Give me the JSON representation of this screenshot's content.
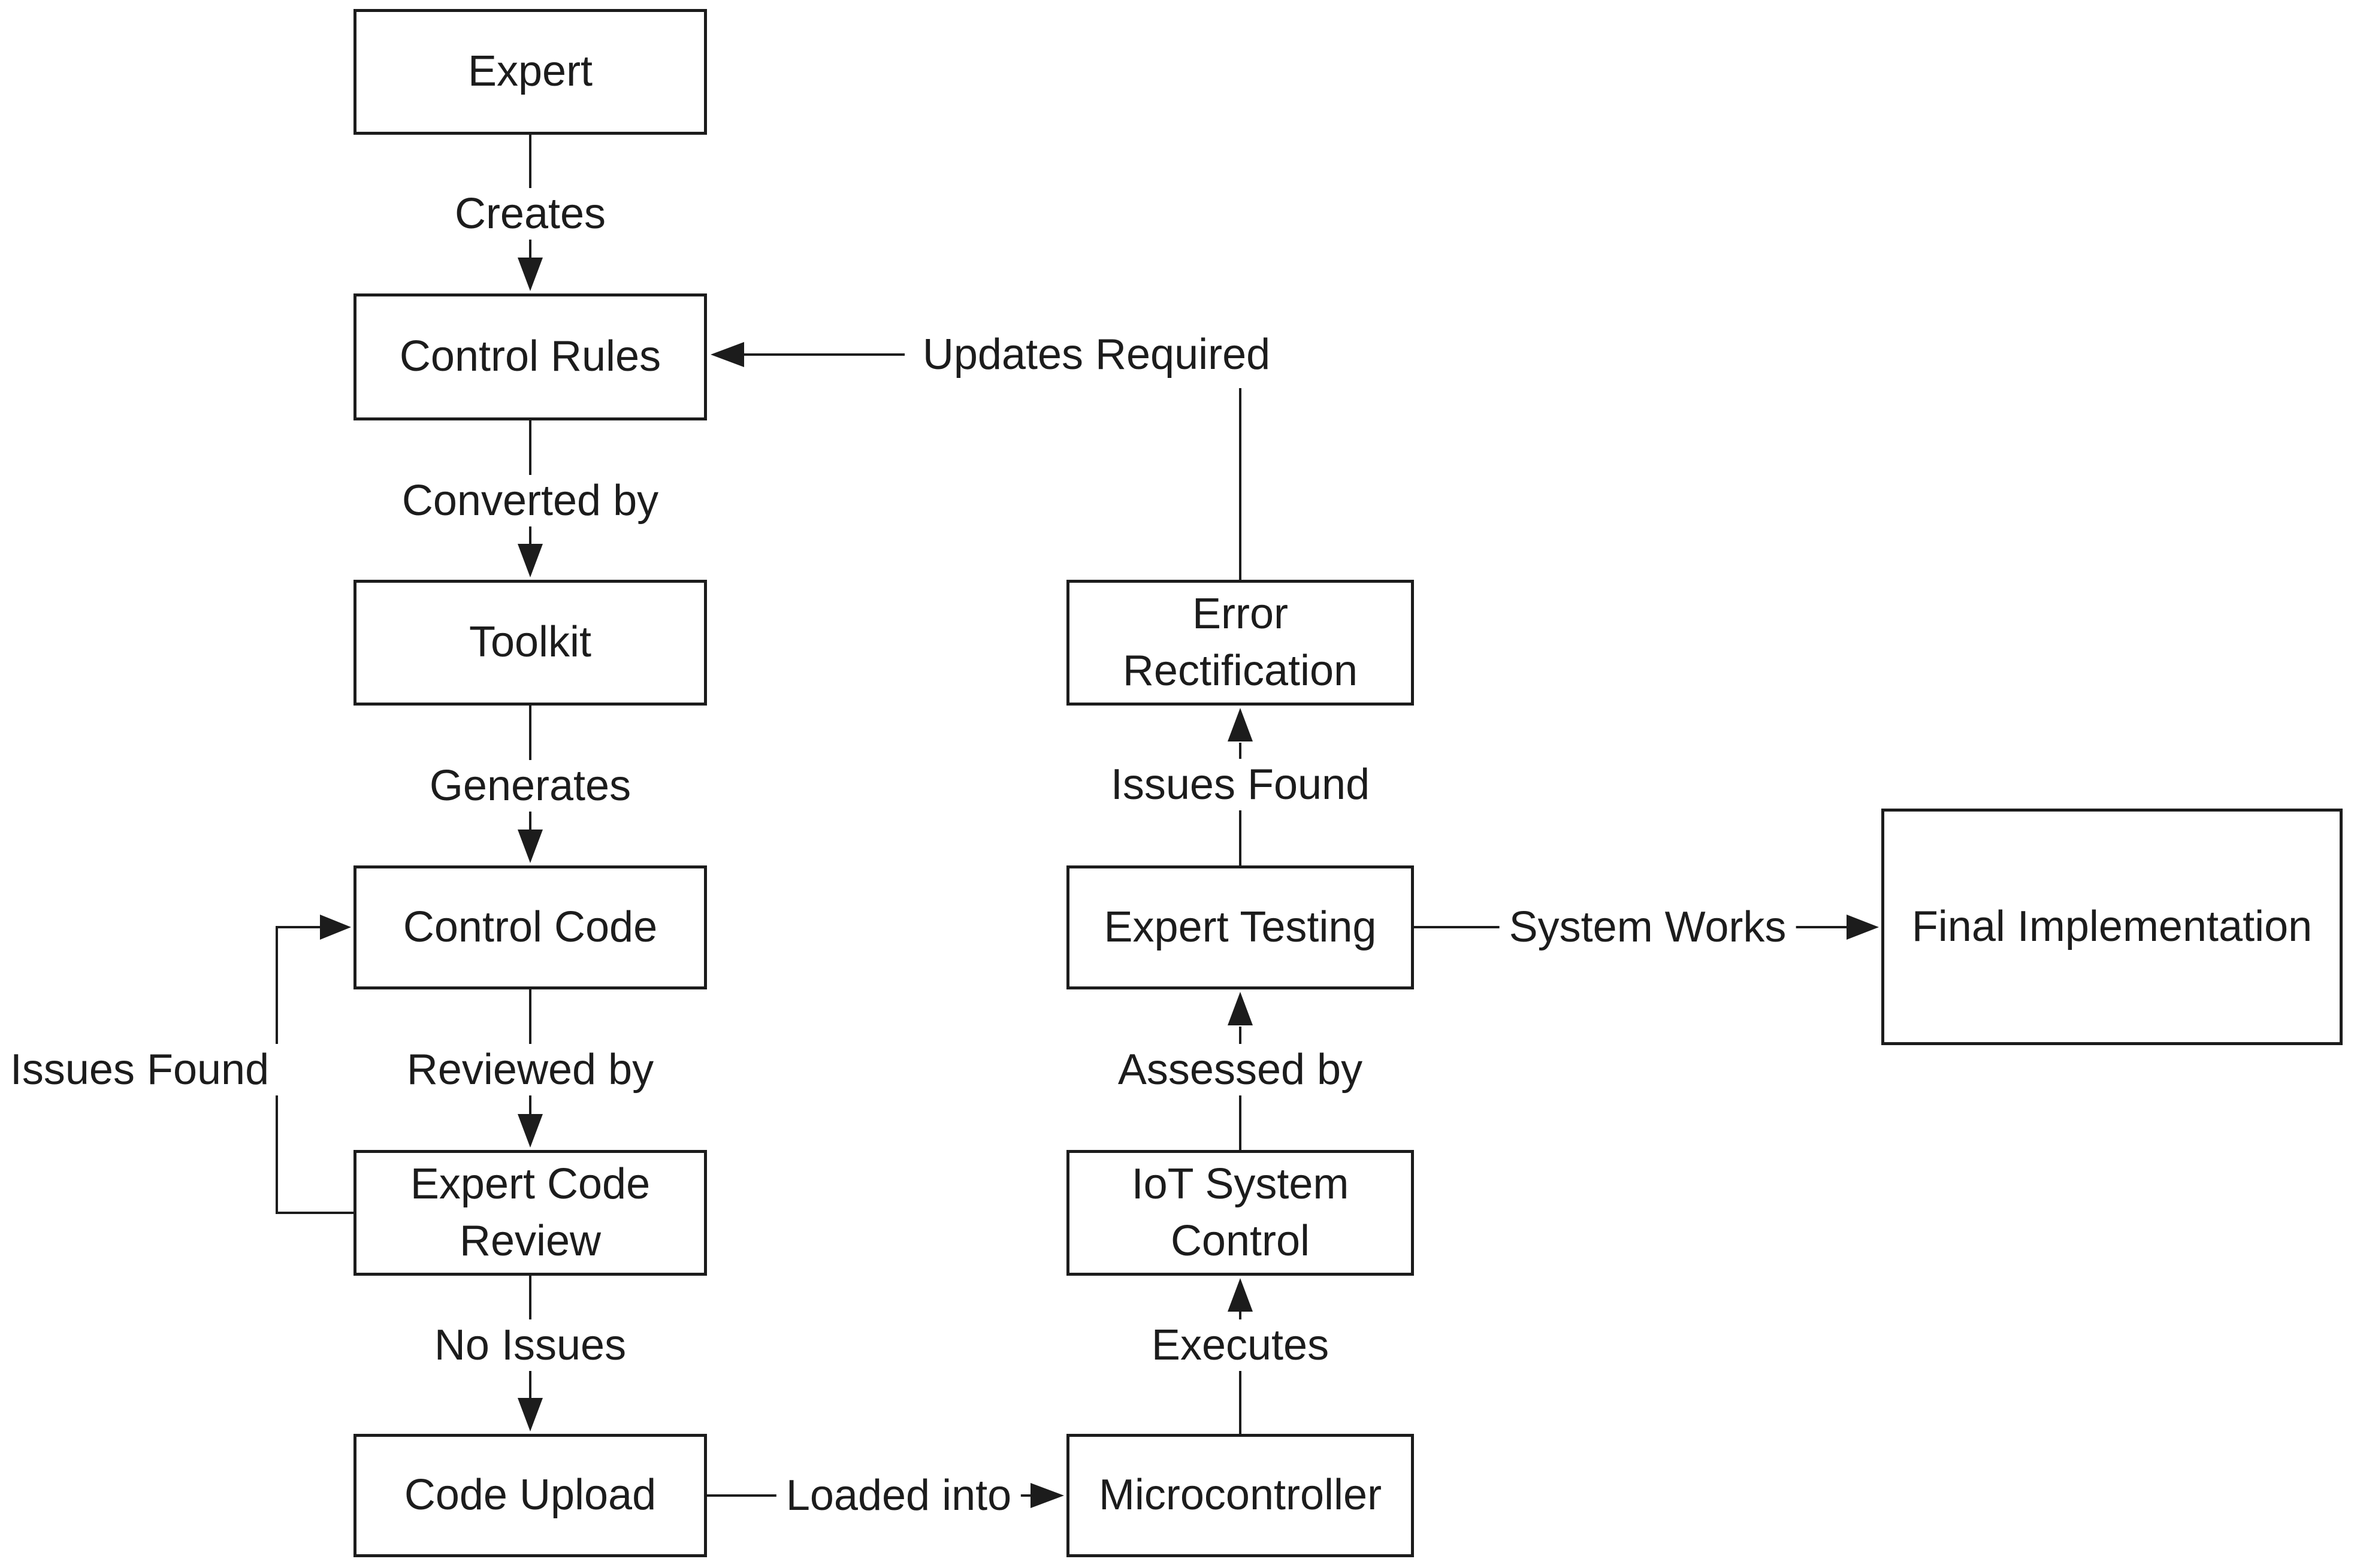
{
  "diagram": {
    "type": "flowchart",
    "background_color": "#ffffff",
    "stroke_color": "#1c1c1c",
    "text_color": "#1c1c1c",
    "nodes": [
      {
        "id": "expert",
        "label": "Expert"
      },
      {
        "id": "control-rules",
        "label": "Control Rules"
      },
      {
        "id": "toolkit",
        "label": "Toolkit"
      },
      {
        "id": "control-code",
        "label": "Control Code"
      },
      {
        "id": "expert-code-review",
        "label": "Expert Code Review"
      },
      {
        "id": "code-upload",
        "label": "Code Upload"
      },
      {
        "id": "microcontroller",
        "label": "Microcontroller"
      },
      {
        "id": "iot-system-control",
        "label": "IoT System Control"
      },
      {
        "id": "expert-testing",
        "label": "Expert Testing"
      },
      {
        "id": "error-rectification",
        "label": "Error Rectification"
      },
      {
        "id": "final-implementation",
        "label": "Final Implementation"
      }
    ],
    "edges": [
      {
        "from": "expert",
        "to": "control-rules",
        "label": "Creates"
      },
      {
        "from": "control-rules",
        "to": "toolkit",
        "label": "Converted by"
      },
      {
        "from": "toolkit",
        "to": "control-code",
        "label": "Generates"
      },
      {
        "from": "control-code",
        "to": "expert-code-review",
        "label": "Reviewed by"
      },
      {
        "from": "expert-code-review",
        "to": "control-code",
        "label": "Issues Found"
      },
      {
        "from": "expert-code-review",
        "to": "code-upload",
        "label": "No Issues"
      },
      {
        "from": "code-upload",
        "to": "microcontroller",
        "label": "Loaded into"
      },
      {
        "from": "microcontroller",
        "to": "iot-system-control",
        "label": "Executes"
      },
      {
        "from": "iot-system-control",
        "to": "expert-testing",
        "label": "Assessed by"
      },
      {
        "from": "expert-testing",
        "to": "error-rectification",
        "label": "Issues Found"
      },
      {
        "from": "error-rectification",
        "to": "control-rules",
        "label": "Updates Required"
      },
      {
        "from": "expert-testing",
        "to": "final-implementation",
        "label": "System Works"
      }
    ]
  }
}
